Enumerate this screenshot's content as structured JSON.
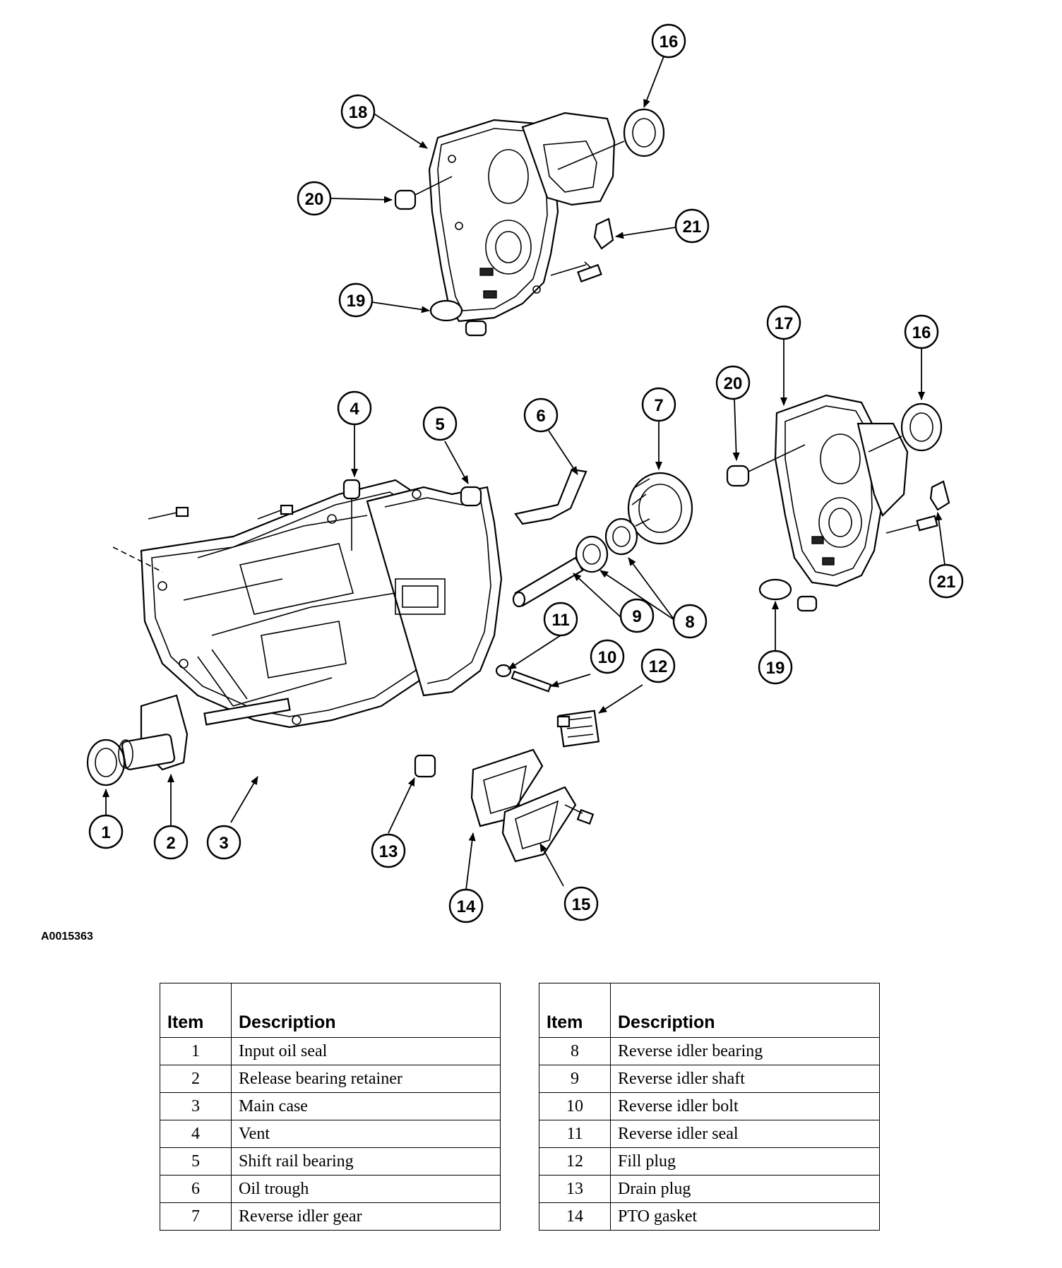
{
  "figure_id": "A0015363",
  "callouts": [
    "1",
    "2",
    "3",
    "4",
    "5",
    "6",
    "7",
    "8",
    "9",
    "10",
    "11",
    "12",
    "13",
    "14",
    "15",
    "16",
    "17",
    "18",
    "19",
    "20",
    "21",
    "16",
    "20",
    "19",
    "21"
  ],
  "tables": [
    {
      "header_item": "Item",
      "header_description": "Description",
      "rows": [
        {
          "item": "1",
          "description": "Input oil seal"
        },
        {
          "item": "2",
          "description": "Release bearing retainer"
        },
        {
          "item": "3",
          "description": "Main case"
        },
        {
          "item": "4",
          "description": "Vent"
        },
        {
          "item": "5",
          "description": "Shift rail bearing"
        },
        {
          "item": "6",
          "description": "Oil trough"
        },
        {
          "item": "7",
          "description": "Reverse idler gear"
        }
      ]
    },
    {
      "header_item": "Item",
      "header_description": "Description",
      "rows": [
        {
          "item": "8",
          "description": "Reverse idler bearing"
        },
        {
          "item": "9",
          "description": "Reverse idler shaft"
        },
        {
          "item": "10",
          "description": "Reverse idler bolt"
        },
        {
          "item": "11",
          "description": "Reverse idler seal"
        },
        {
          "item": "12",
          "description": "Fill plug"
        },
        {
          "item": "13",
          "description": "Drain plug"
        },
        {
          "item": "14",
          "description": "PTO gasket"
        }
      ]
    }
  ]
}
